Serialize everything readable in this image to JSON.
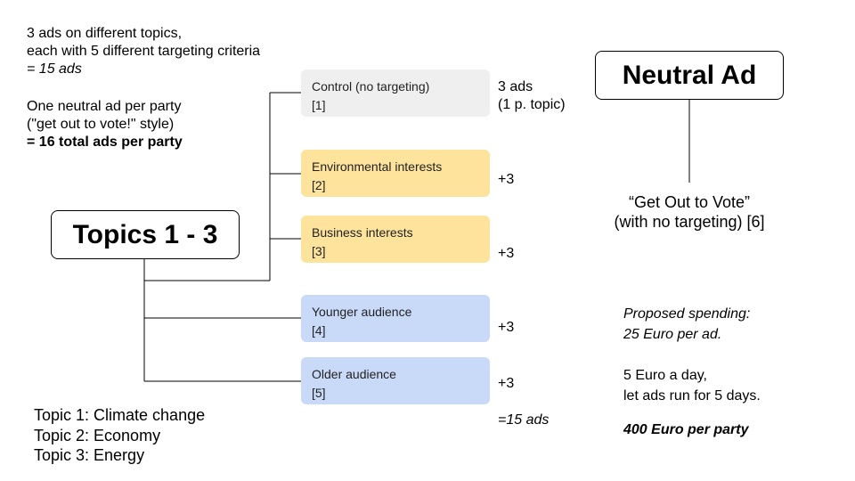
{
  "intro": {
    "line1": "3 ads on different topics,",
    "line2": "each with 5 different targeting criteria",
    "line3": "= 15 ads",
    "line4": "One neutral ad per party",
    "line5": "(\"get out to vote!\" style)",
    "line6": "= 16 total ads per party"
  },
  "topics_box": {
    "label": "Topics 1 - 3"
  },
  "categories": [
    {
      "label": "Control (no targeting)",
      "num": "[1]",
      "color": "#efefef",
      "count_lines": [
        "3 ads",
        "(1 p. topic)"
      ]
    },
    {
      "label": "Environmental interests",
      "num": "[2]",
      "color": "#fde39b",
      "count": "+3"
    },
    {
      "label": "Business interests",
      "num": "[3]",
      "color": "#fde39b",
      "count": "+3"
    },
    {
      "label": "Younger audience",
      "num": "[4]",
      "color": "#c9daf8",
      "count": "+3"
    },
    {
      "label": "Older audience",
      "num": "[5]",
      "color": "#c9daf8",
      "count": "+3"
    }
  ],
  "total": "=15 ads",
  "topic_list": [
    "Topic 1: Climate change",
    "Topic 2: Economy",
    "Topic 3: Energy"
  ],
  "neutral": {
    "title": "Neutral Ad",
    "caption_line1": "“Get Out to Vote”",
    "caption_line2": "(with no targeting) [6]"
  },
  "spending": {
    "line1": "Proposed spending:",
    "line2": "25 Euro per ad.",
    "line3": "5 Euro a day,",
    "line4": "let ads run for 5 days.",
    "line5": "400 Euro per party"
  }
}
